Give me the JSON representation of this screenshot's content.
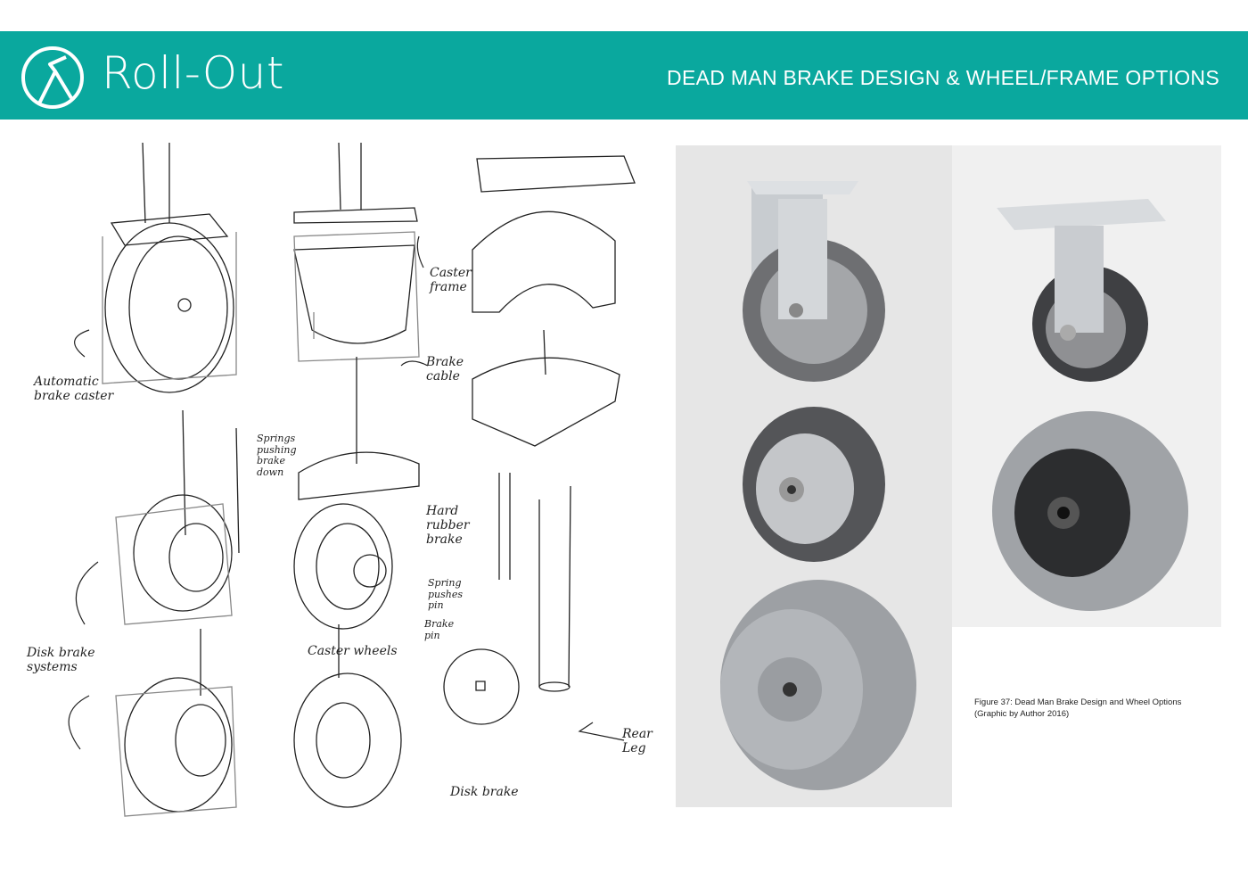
{
  "header": {
    "brand": "Roll-Out",
    "title": "DEAD MAN BRAKE DESIGN & WHEEL/FRAME OPTIONS",
    "color": "#0aa89e"
  },
  "sketch_labels": {
    "automatic": "Automatic brake caster",
    "caster_frame": "Caster frame",
    "brake_cable": "Brake cable",
    "springs": "Springs pushing brake down",
    "hard_rubber": "Hard rubber brake",
    "spring_pin": "Spring pushes pin",
    "brake_pin": "Brake pin",
    "disk_systems": "Disk brake systems",
    "caster_wheels": "Caster wheels",
    "disk_brake": "Disk brake",
    "rear_leg": "Rear Leg"
  },
  "caption": {
    "line1": "Figure 37: Dead Man Brake Design and Wheel Options",
    "line2": "(Graphic by Author 2016)"
  }
}
